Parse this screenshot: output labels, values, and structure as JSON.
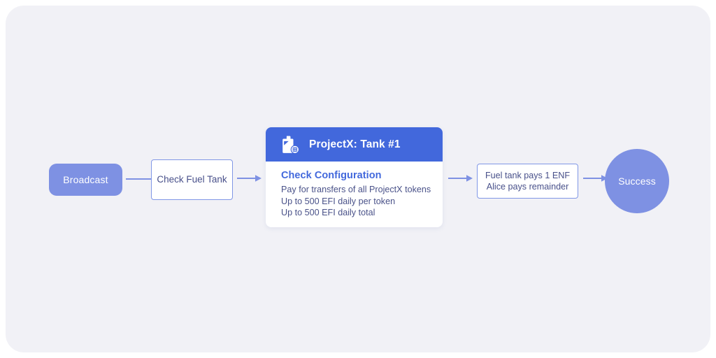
{
  "panel": {
    "background_color": "#f1f1f6",
    "page_background": "#ffffff"
  },
  "palette": {
    "accent_blue": "#4268dc",
    "periwinkle": "#7e91e3",
    "node_border": "#8097e6",
    "text_navy": "#48508a",
    "white": "#ffffff"
  },
  "diagram": {
    "type": "flowchart",
    "direction": "left-to-right",
    "nodes": [
      {
        "id": "broadcast",
        "shape": "rounded-pill",
        "label": "Broadcast",
        "fill": "#7e91e3",
        "text_color": "#ffffff"
      },
      {
        "id": "check-fuel-tank",
        "shape": "rectangle",
        "label": "Check Fuel Tank",
        "fill": "#ffffff",
        "border": "#8097e6",
        "text_color": "#48508a"
      },
      {
        "id": "projectx-tank-card",
        "shape": "card",
        "header": {
          "title": "ProjectX: Tank #1",
          "icon": "fuel-can-icon",
          "fill": "#4268dc",
          "text_color": "#ffffff"
        },
        "body": {
          "heading": "Check Configuration",
          "heading_color": "#4268dc",
          "lines": [
            "Pay for transfers of all ProjectX tokens",
            "Up to 500 EFI daily per token",
            "Up to 500 EFI daily total"
          ],
          "text_color": "#4a5289"
        }
      },
      {
        "id": "fuel-tank-pays",
        "shape": "rectangle",
        "lines": [
          "Fuel tank pays 1 ENF",
          "Alice pays remainder"
        ],
        "fill": "#ffffff",
        "border": "#8097e6",
        "text_color": "#48508a"
      },
      {
        "id": "success",
        "shape": "circle",
        "label": "Success",
        "fill": "#7e91e3",
        "text_color": "#ffffff"
      }
    ],
    "connectors": [
      {
        "id": "broadcast-to-check",
        "from": "broadcast",
        "to": "check-fuel-tank",
        "arrowhead": false
      },
      {
        "id": "check-to-card",
        "from": "check-fuel-tank",
        "to": "projectx-tank-card",
        "arrowhead": true
      },
      {
        "id": "card-to-fuelpays",
        "from": "projectx-tank-card",
        "to": "fuel-tank-pays",
        "arrowhead": true
      },
      {
        "id": "fuelpays-to-success",
        "from": "fuel-tank-pays",
        "to": "success",
        "arrowhead": true
      }
    ]
  }
}
